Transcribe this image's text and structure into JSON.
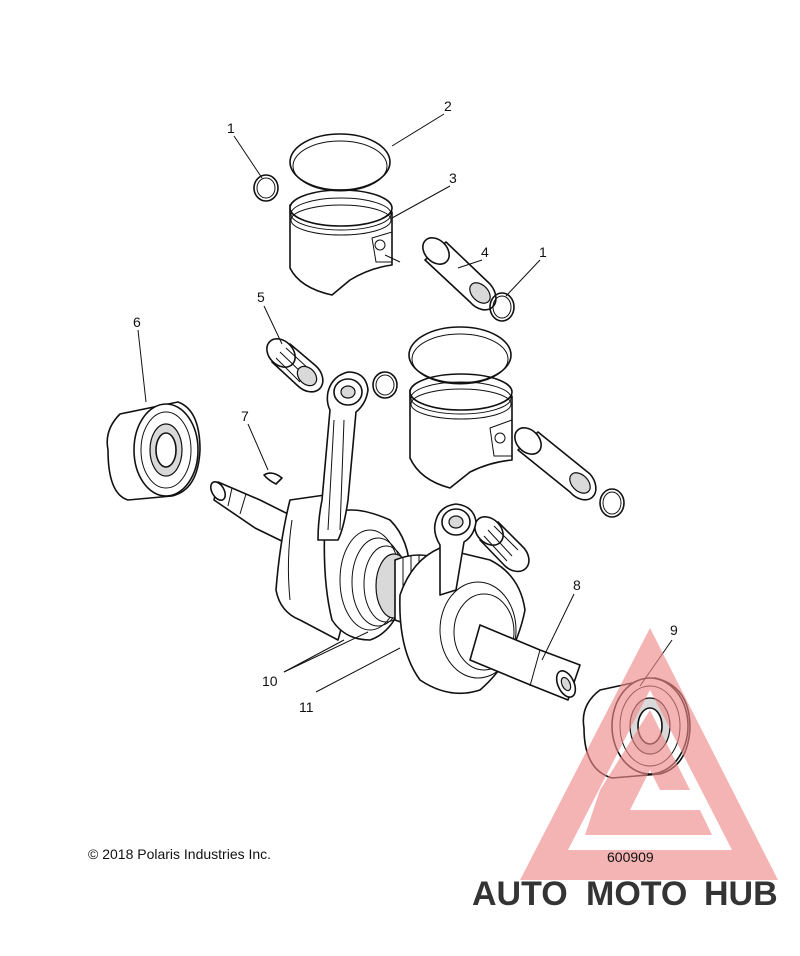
{
  "callouts": [
    {
      "id": "c1a",
      "label": "1"
    },
    {
      "id": "c2",
      "label": "2"
    },
    {
      "id": "c3",
      "label": "3"
    },
    {
      "id": "c4",
      "label": "4"
    },
    {
      "id": "c1b",
      "label": "1"
    },
    {
      "id": "c5",
      "label": "5"
    },
    {
      "id": "c6",
      "label": "6"
    },
    {
      "id": "c7",
      "label": "7"
    },
    {
      "id": "c8",
      "label": "8"
    },
    {
      "id": "c9",
      "label": "9"
    },
    {
      "id": "c10",
      "label": "10"
    },
    {
      "id": "c11",
      "label": "11"
    }
  ],
  "copyright": "© 2018 Polaris Industries Inc.",
  "drawing_number": "600909",
  "watermark": {
    "word1": "AUTO",
    "word2": "MOTO",
    "word3": "HUB",
    "color1": "#f5c089",
    "color2": "#f49a9a",
    "color3": "#555555",
    "triangle_color": "#f08a8a"
  }
}
